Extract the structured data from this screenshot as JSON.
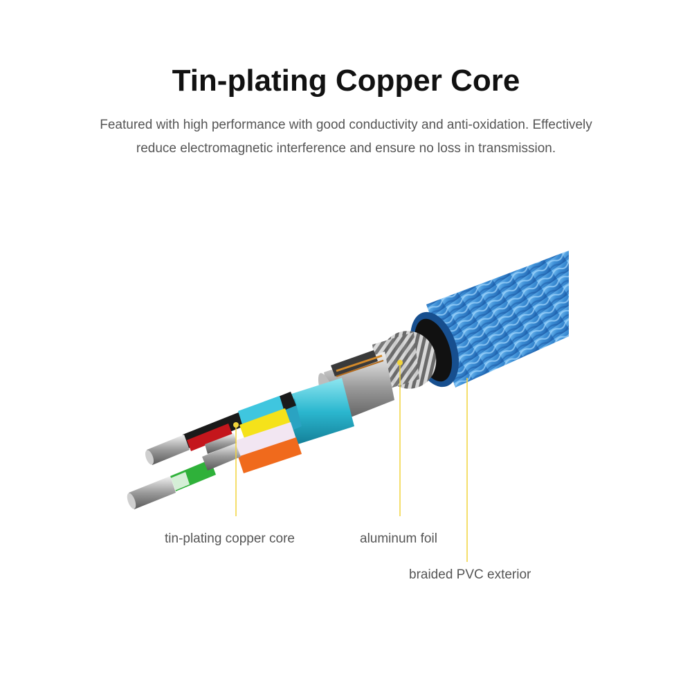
{
  "header": {
    "title": "Tin-plating Copper Core",
    "description_line1": "Featured with high performance with good conductivity and anti-oxidation. Effectively",
    "description_line2": "reduce electromagnetic interference and ensure no loss in transmission."
  },
  "labels": {
    "core": "tin-plating copper core",
    "foil": "aluminum foil",
    "exterior": "braided PVC exterior"
  },
  "colors": {
    "jacket": "#3d8fd6",
    "callout_line": "#f2d43a",
    "wire_yellow": "#f5e21a",
    "wire_cyan": "#3fc6df",
    "wire_orange": "#f06a1c",
    "wire_green": "#2fb13a",
    "wire_red": "#c4161c",
    "wire_black": "#1a1a1a"
  }
}
